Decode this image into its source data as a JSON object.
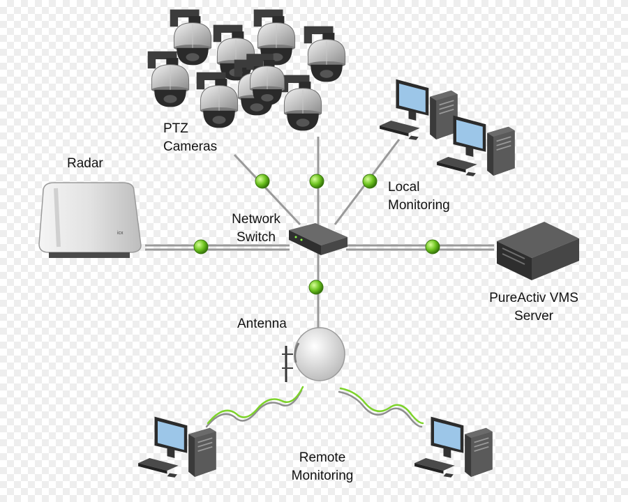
{
  "labels": {
    "ptz": [
      "PTZ",
      "Cameras"
    ],
    "radar": "Radar",
    "local": [
      "Local",
      "Monitoring"
    ],
    "switch": [
      "Network",
      "Switch"
    ],
    "server": [
      "PureActiv VMS",
      "Server"
    ],
    "antenna": "Antenna",
    "remote": [
      "Remote",
      "Monitoring"
    ]
  },
  "colors": {
    "link": "#9a9a9a",
    "node_green": "#6cc21e",
    "wireless": "#7dd32a",
    "screen": "#9cc6e8"
  },
  "icons": {
    "camera": "ptz-camera-icon",
    "computer": "desktop-computer-icon",
    "radar": "radar-icon",
    "switch": "network-switch-icon",
    "server": "server-icon",
    "antenna": "dish-antenna-icon"
  }
}
